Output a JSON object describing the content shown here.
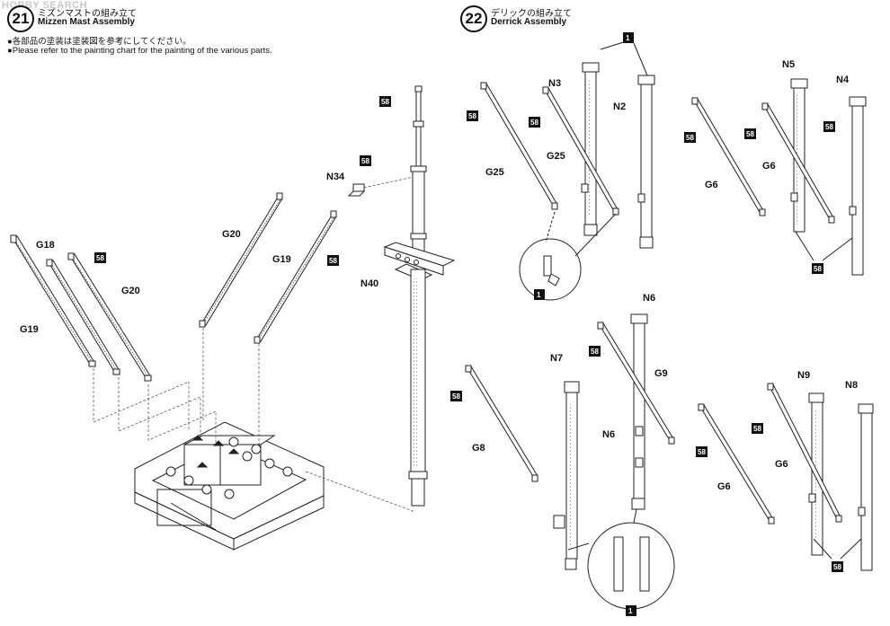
{
  "watermark": "HOBBY SEARCH",
  "step21": {
    "number": "21",
    "title_jp": "ミズンマストの組み立て",
    "title_en": "Mizzen Mast Assembly",
    "note_jp": "●各部品の塗装は塗装図を参考にしてください。",
    "note_en": "●Please refer to the painting chart for the painting of the various parts."
  },
  "step22": {
    "number": "22",
    "title_jp": "デリックの組み立て",
    "title_en": "Derrick Assembly"
  },
  "paint_code": "58",
  "ref_code": "1",
  "parts": {
    "g18": "G18",
    "g19": "G19",
    "g20": "G20",
    "n34": "N34",
    "n40": "N40",
    "n3": "N3",
    "n2": "N2",
    "g25": "G25",
    "n5": "N5",
    "n4": "N4",
    "g6": "G6",
    "n6": "N6",
    "n7": "N7",
    "g9": "G9",
    "g8": "G8",
    "n9": "N9",
    "n8": "N8"
  },
  "colors": {
    "line": "#222222",
    "fill": "#ffffff",
    "badge": "#111111"
  }
}
